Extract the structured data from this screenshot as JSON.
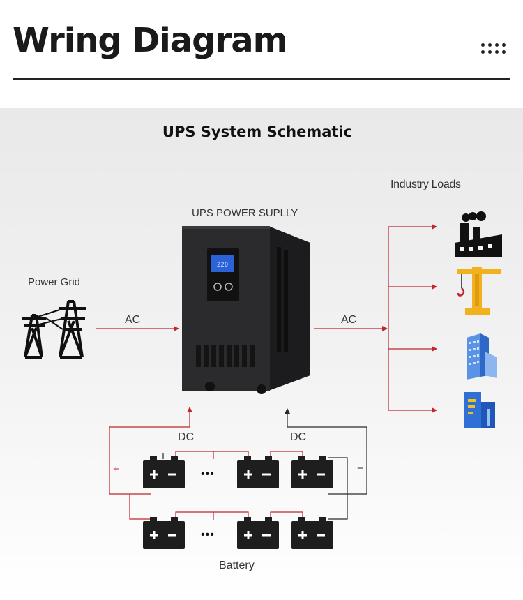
{
  "header": {
    "title": "Wring Diagram",
    "menu_icon": "dots-grid-icon"
  },
  "schematic": {
    "title": "UPS System Schematic",
    "ups_label": "UPS POWER SUPLLY",
    "grid_label": "Power Grid",
    "ac_in_label": "AC",
    "ac_out_label": "AC",
    "loads_label": "Industry Loads",
    "dc_left_label": "DC",
    "dc_right_label": "DC",
    "plus_label": "+",
    "minus_label": "−",
    "battery_label": "Battery",
    "battery_ellipsis": "•••",
    "ups_display": "220"
  },
  "icons": {
    "grid": "power-tower-icon",
    "ups": "ups-cabinet-icon",
    "factory": "factory-icon",
    "crane": "crane-icon",
    "building": "office-building-icon",
    "tower": "tower-building-icon",
    "battery": "battery-icon"
  },
  "colors": {
    "wire_red": "#c0262b",
    "wire_dark": "#2a2a2a",
    "crane_yellow": "#f2b21e",
    "building_blue": "#3a78d6"
  }
}
